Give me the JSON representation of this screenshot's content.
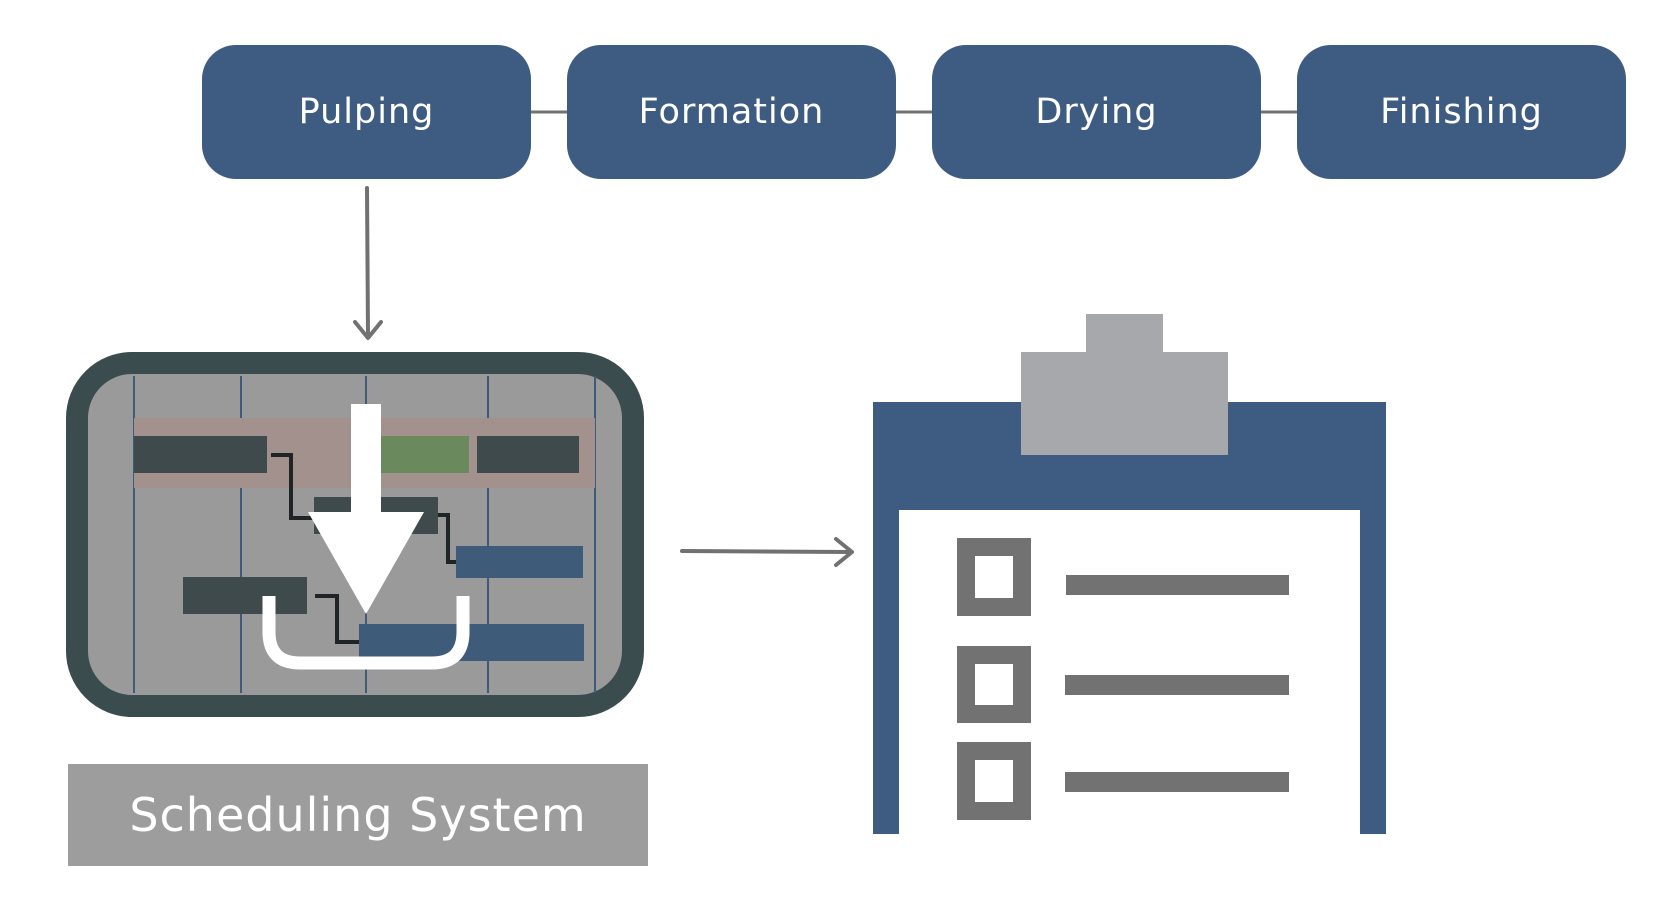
{
  "process_steps": [
    {
      "label": "Pulping"
    },
    {
      "label": "Formation"
    },
    {
      "label": "Drying"
    },
    {
      "label": "Finishing"
    }
  ],
  "scheduling_system": {
    "label": "Scheduling System",
    "icon": "gantt-chart-import-icon"
  },
  "output_icon": "clipboard-checklist-icon",
  "colors": {
    "step_fill": "#3e5c82",
    "connector": "#717171",
    "gantt_frame": "#3b4c4e",
    "gantt_bg": "#9a9a9a",
    "gantt_highlight_row": "#a3918d",
    "gantt_bar_dark": "#3f4a4c",
    "gantt_bar_green": "#6a8a5d",
    "gantt_bar_blue": "#3e5c7a",
    "label_fill": "#9d9d9d",
    "clipboard_body": "#3e5c82",
    "clipboard_clip": "#a7a8ab",
    "clipboard_paper": "#ffffff",
    "checklist_gray": "#737272"
  }
}
